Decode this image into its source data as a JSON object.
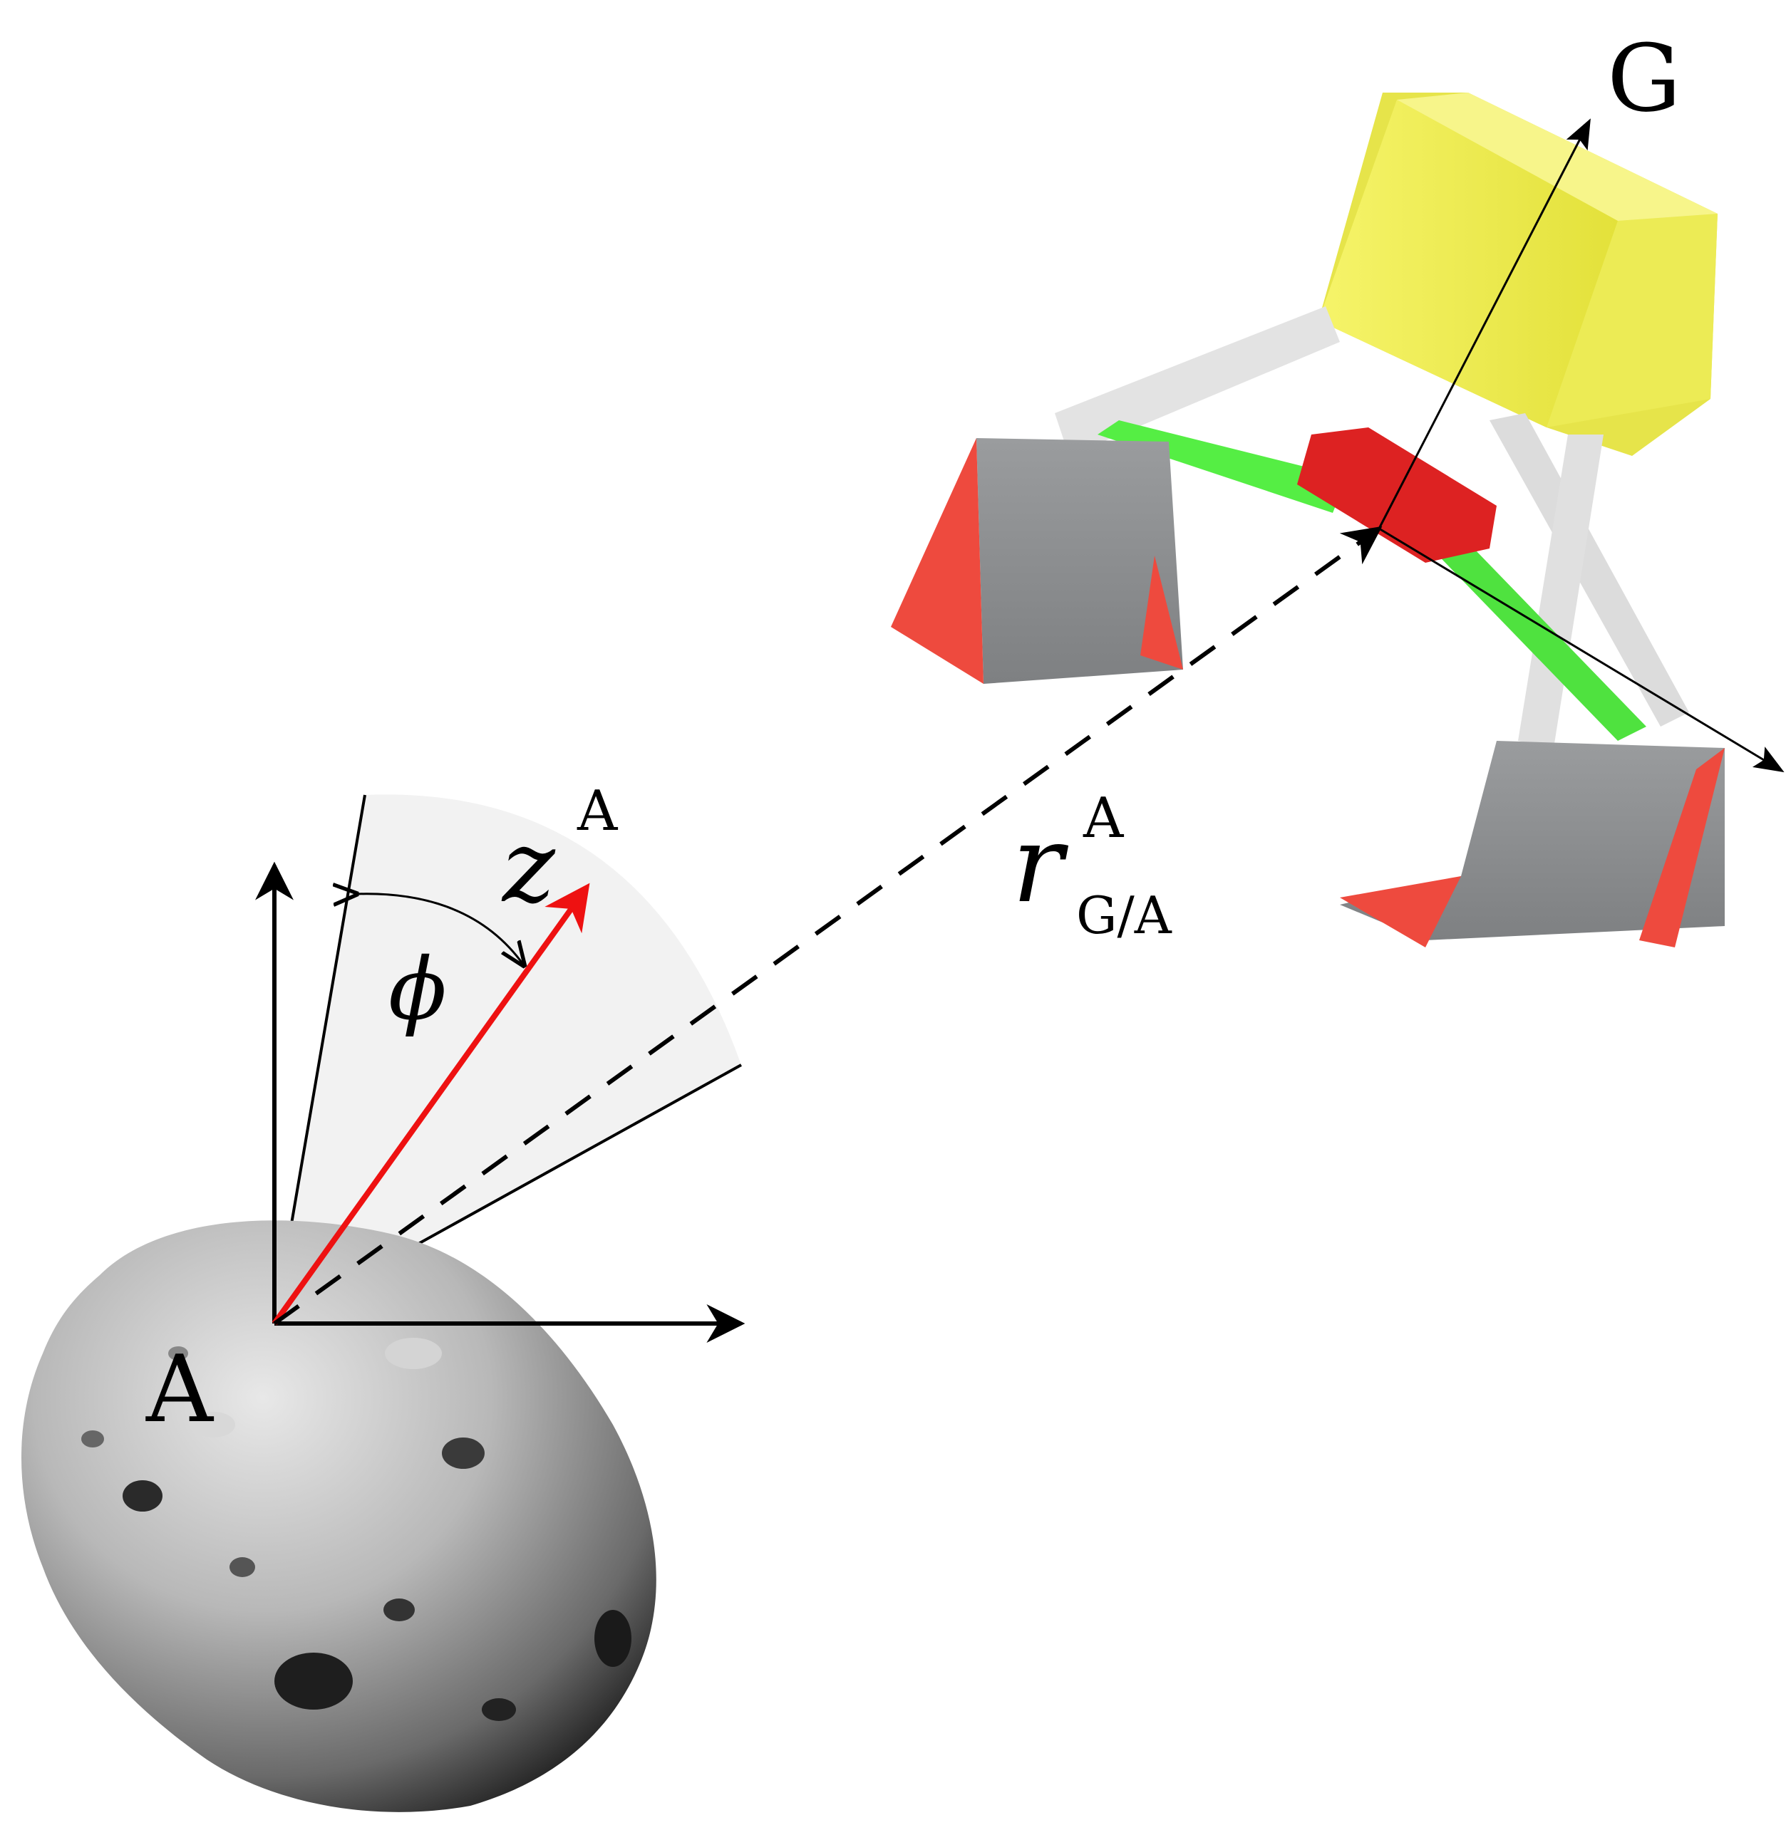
{
  "labels": {
    "asteroid_origin": "A",
    "gripper_origin": "G",
    "z_symbol": "z",
    "z_superscript": "A",
    "r_symbol": "r",
    "r_superscript": "A",
    "r_subscript": "G/A",
    "angle_symbol": "ϕ"
  },
  "colors": {
    "z_vector": "#ee1111",
    "cone_fill": "#f2f2f2",
    "gripper_body": "#f3f14e",
    "gripper_links": "#dcdcdc",
    "gripper_arms": "#55ee44",
    "gripper_hub": "#dd2222",
    "gripper_scoops": "#8e9092",
    "scoop_edges": "#ee4a3e",
    "asteroid": "#b9b9b9"
  },
  "icons": {
    "asteroid": "asteroid-icon",
    "gripper": "gripper-icon"
  }
}
